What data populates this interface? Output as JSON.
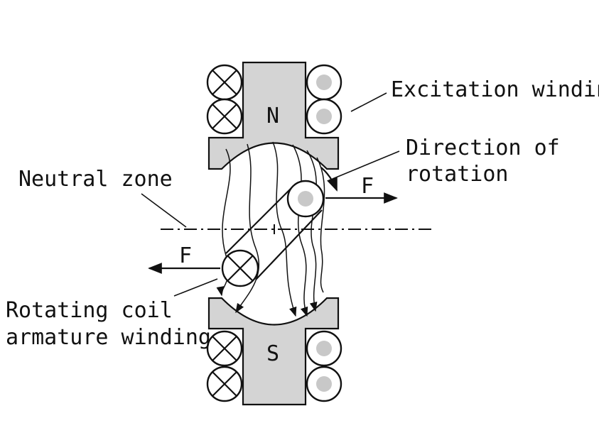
{
  "labels": {
    "excitation": "Excitation winding",
    "direction_line1": "Direction of",
    "direction_line2": "rotation",
    "neutral": "Neutral zone",
    "rotating_line1": "Rotating coil",
    "rotating_line2": "armature winding",
    "force_right": "F",
    "force_left": "F"
  },
  "poles": {
    "north": "N",
    "south": "S"
  },
  "colors": {
    "pole_fill": "#d4d4d4",
    "conductor_dot": "#c8c8c8",
    "line": "#111111"
  }
}
